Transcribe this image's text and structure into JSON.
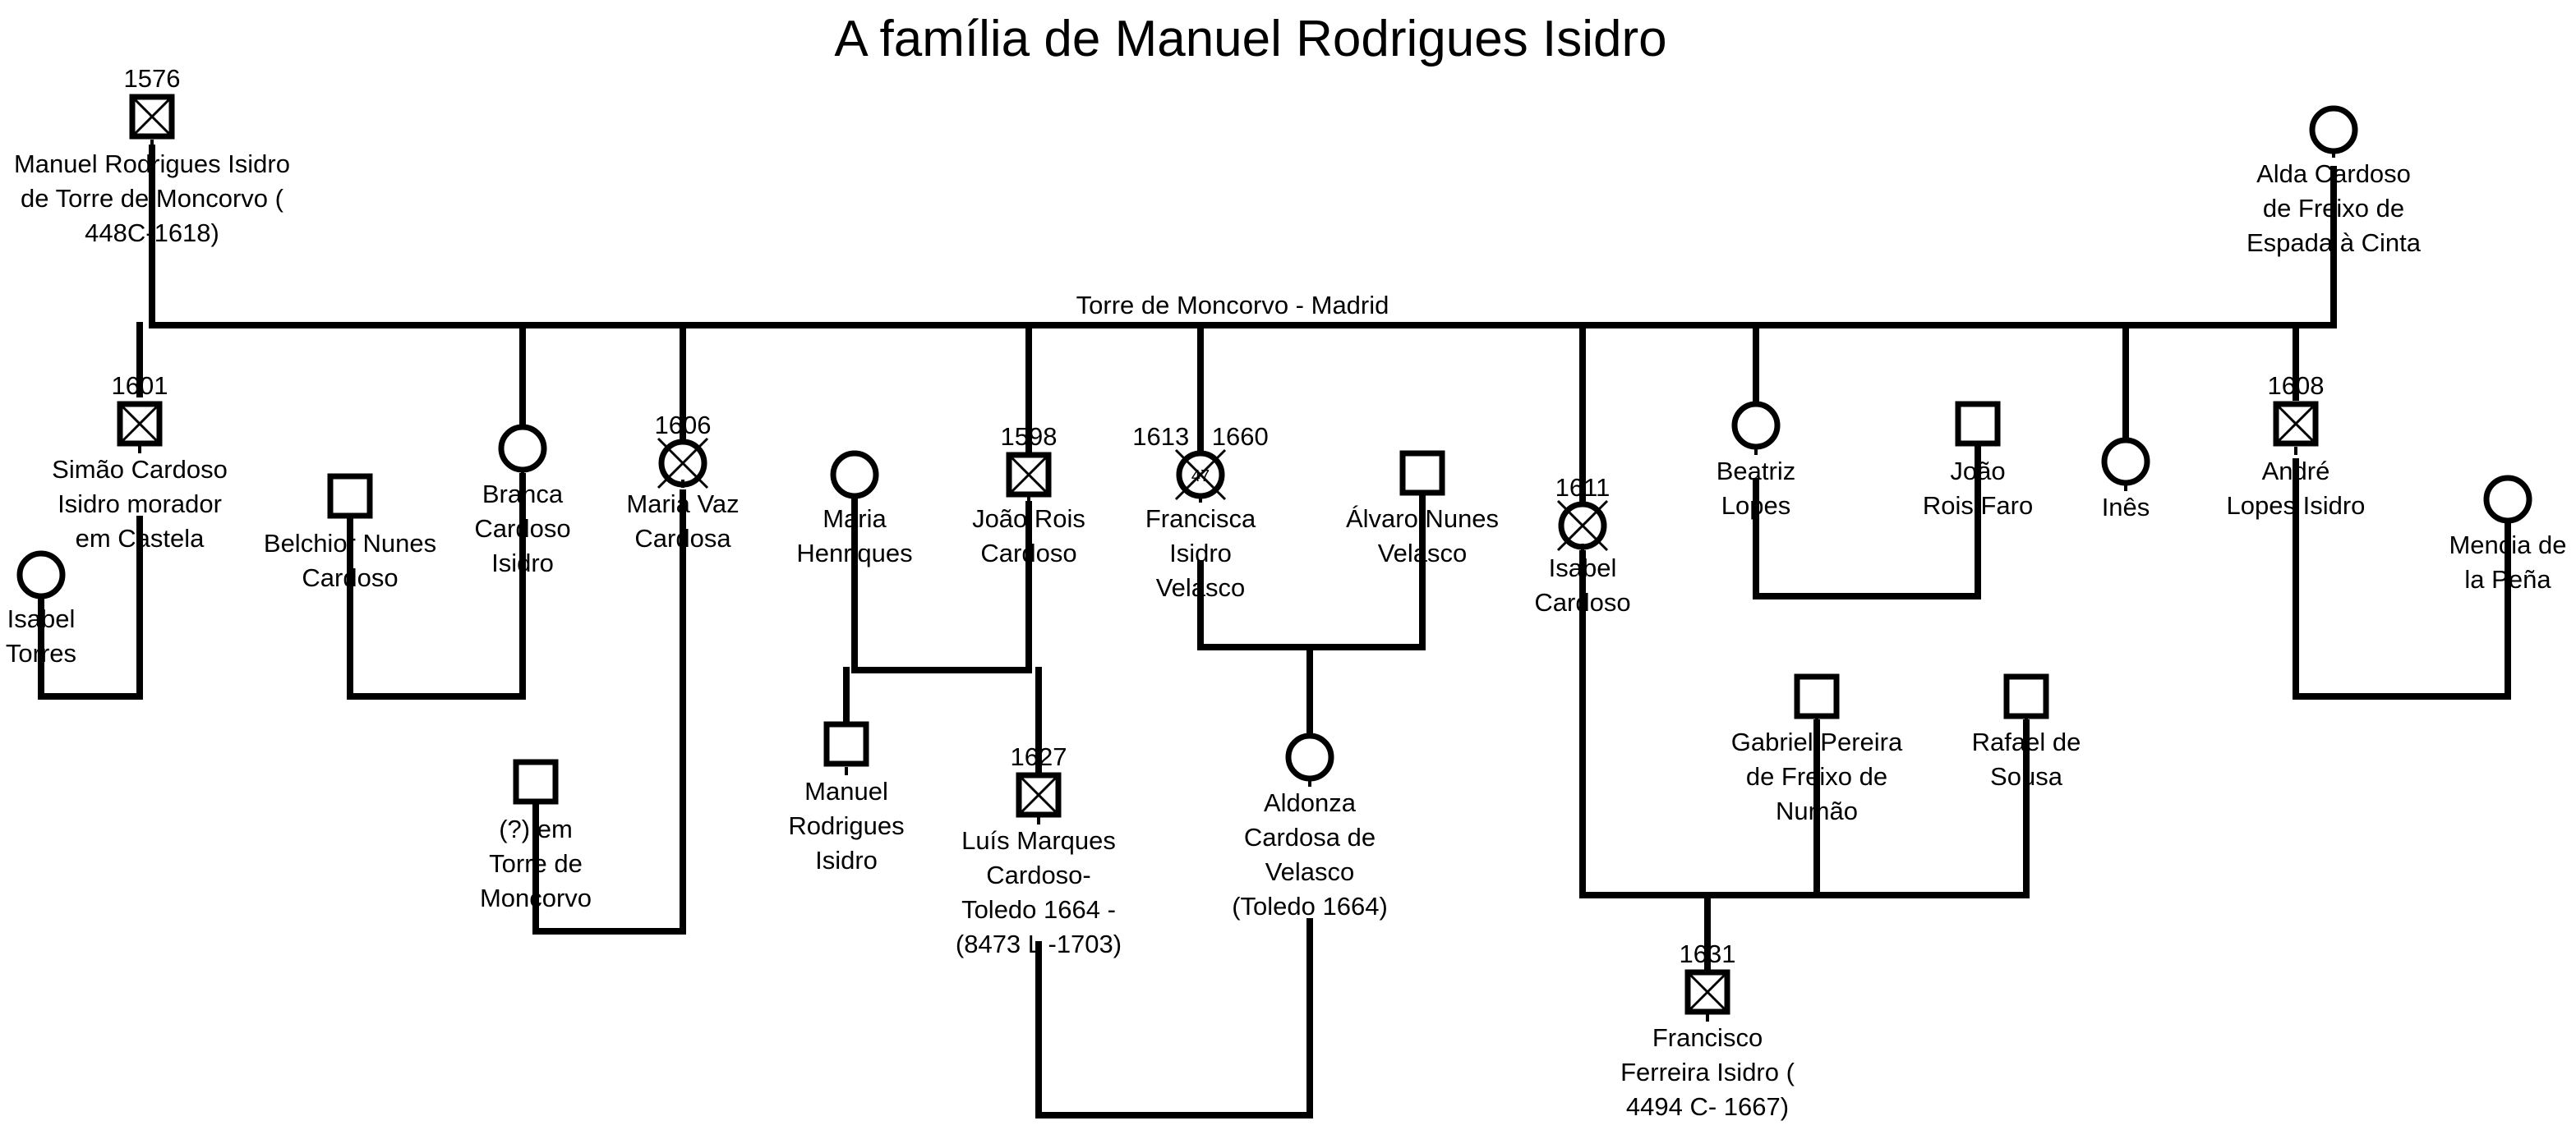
{
  "title": "A família de Manuel Rodrigues Isidro",
  "union_label": "Torre de Moncorvo - Madrid",
  "people": {
    "manuel": {
      "year": "1576",
      "lines": [
        "Manuel Rodrigues Isidro",
        "de Torre de Moncorvo (",
        "448C-1618)"
      ],
      "sex": "male",
      "deceased": true
    },
    "alda": {
      "lines": [
        "Alda Cardoso",
        "de Freixo de",
        "Espada à Cinta"
      ],
      "sex": "female",
      "deceased": false
    },
    "simao": {
      "year": "1601",
      "lines": [
        "Simão Cardoso",
        "Isidro morador",
        "em Castela"
      ],
      "sex": "male",
      "deceased": true
    },
    "isabel_torres": {
      "lines": [
        "Isabel",
        "Torres"
      ],
      "sex": "female",
      "deceased": false
    },
    "belchior": {
      "lines": [
        "Belchior Nunes",
        "Cardoso"
      ],
      "sex": "male",
      "deceased": false
    },
    "branca": {
      "lines": [
        "Branca",
        "Cardoso",
        "Isidro"
      ],
      "sex": "female",
      "deceased": false
    },
    "maria_vaz": {
      "year": "1606",
      "lines": [
        "Maria Vaz",
        "Cardosa"
      ],
      "sex": "female",
      "deceased": true
    },
    "unknown_em": {
      "lines": [
        "(?) em",
        "Torre de",
        "Moncorvo"
      ],
      "sex": "male",
      "deceased": false
    },
    "maria_henriques": {
      "lines": [
        "Maria",
        "Henriques"
      ],
      "sex": "female",
      "deceased": false
    },
    "joao_rois_cardoso": {
      "year": "1598",
      "lines": [
        "João Rois",
        "Cardoso"
      ],
      "sex": "male",
      "deceased": true
    },
    "manuel_rodrigues_jr": {
      "lines": [
        "Manuel",
        "Rodrigues",
        "Isidro"
      ],
      "sex": "male",
      "deceased": false
    },
    "luis": {
      "year": "1627",
      "lines": [
        "Luís Marques",
        "Cardoso-",
        "Toledo 1664 -",
        "(8473 L -1703)"
      ],
      "sex": "male",
      "deceased": true
    },
    "francisca": {
      "year": "1613 - 1660",
      "age": "47",
      "lines": [
        "Francisca",
        "Isidro",
        "Velasco"
      ],
      "sex": "female",
      "deceased": true
    },
    "alvaro": {
      "lines": [
        "Álvaro Nunes",
        "Velasco"
      ],
      "sex": "male",
      "deceased": false
    },
    "aldonza": {
      "lines": [
        "Aldonza",
        "Cardosa de",
        "Velasco",
        "(Toledo 1664)"
      ],
      "sex": "female",
      "deceased": false
    },
    "isabel_cardoso": {
      "year": "1611",
      "lines": [
        "Isabel",
        "Cardoso"
      ],
      "sex": "female",
      "deceased": true
    },
    "beatriz": {
      "lines": [
        "Beatriz",
        "Lopes"
      ],
      "sex": "female",
      "deceased": false
    },
    "joao_rois_faro": {
      "lines": [
        "João",
        "Rois Faro"
      ],
      "sex": "male",
      "deceased": false
    },
    "ines": {
      "lines": [
        "Inês"
      ],
      "sex": "female",
      "deceased": false
    },
    "andre": {
      "year": "1608",
      "lines": [
        "André",
        "Lopes Isidro"
      ],
      "sex": "male",
      "deceased": true
    },
    "mencia": {
      "lines": [
        "Mencia de",
        "la Peña"
      ],
      "sex": "female",
      "deceased": false
    },
    "gabriel": {
      "lines": [
        "Gabriel Pereira",
        "de Freixo de",
        "Numão"
      ],
      "sex": "male",
      "deceased": false
    },
    "rafael": {
      "lines": [
        "Rafael de",
        "Sousa"
      ],
      "sex": "male",
      "deceased": false
    },
    "francisco": {
      "year": "1631",
      "lines": [
        "Francisco",
        "Ferreira Isidro (",
        "4494 C- 1667)"
      ],
      "sex": "male",
      "deceased": true
    }
  }
}
